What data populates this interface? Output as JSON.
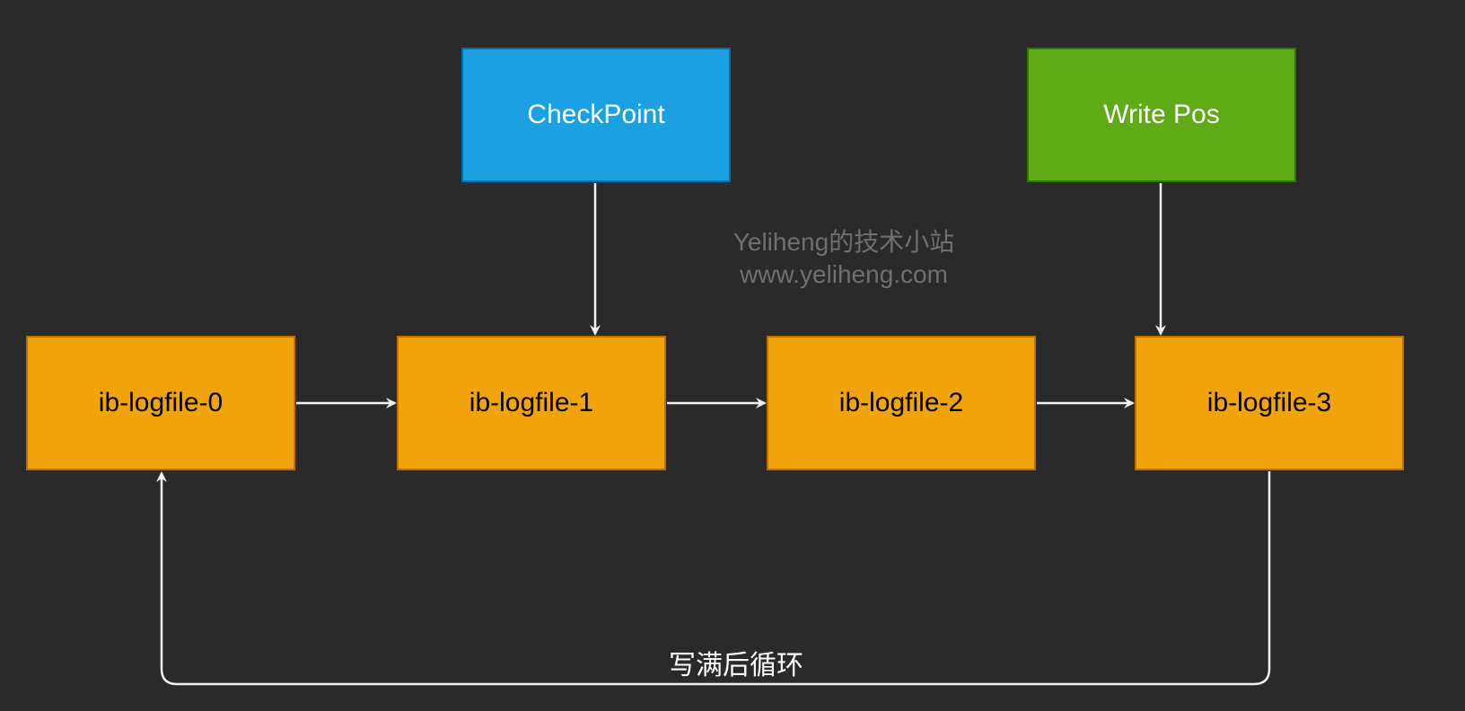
{
  "colors": {
    "background": "#2a2a2a",
    "file_fill": "#f0a30a",
    "file_border": "#bd7000",
    "checkpoint_fill": "#1ba1e2",
    "checkpoint_border": "#006eaf",
    "writepos_fill": "#60a917",
    "writepos_border": "#2d7600",
    "edge": "#f0f0f0",
    "watermark": "#6f6f6f"
  },
  "files": [
    {
      "label": "ib-logfile-0"
    },
    {
      "label": "ib-logfile-1"
    },
    {
      "label": "ib-logfile-2"
    },
    {
      "label": "ib-logfile-3"
    }
  ],
  "pointers": {
    "checkpoint": {
      "label": "CheckPoint",
      "targets": "ib-logfile-1"
    },
    "writepos": {
      "label": "Write Pos",
      "targets": "ib-logfile-3"
    }
  },
  "watermark": {
    "line1": "Yeliheng的技术小站",
    "line2": "www.yeliheng.com"
  },
  "loop": {
    "label": "写满后循环",
    "from": "ib-logfile-3",
    "to": "ib-logfile-0"
  }
}
